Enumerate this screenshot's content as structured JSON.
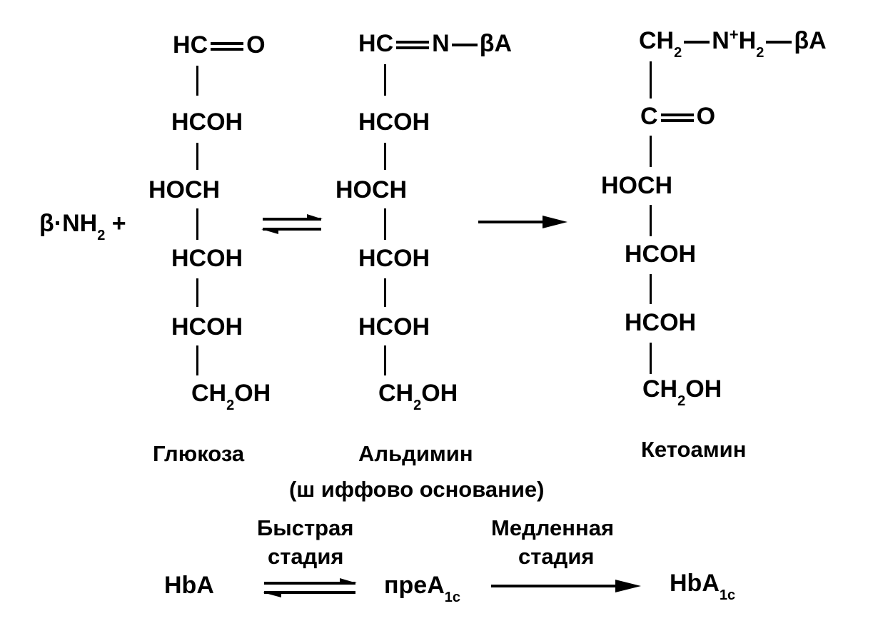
{
  "glucose": {
    "label": "Глюкоза",
    "top_h": "H",
    "top_c": "C",
    "top_o": "O",
    "rows": [
      "HCOH",
      "HOCH",
      "HCOH",
      "HCOH"
    ],
    "bottom_ch": "CH",
    "bottom_sub": "2",
    "bottom_oh": "OH"
  },
  "reactant": {
    "beta": "β·NH",
    "sub": "2",
    "plus": "+"
  },
  "aldimine": {
    "label": "Альдимин",
    "sublabel": "(ш иффово основание)",
    "top_h": "H",
    "top_c": "C",
    "top_n": "N",
    "top_ba": "βA",
    "rows": [
      "HCOH",
      "HOCH",
      "HCOH",
      "HCOH"
    ],
    "bottom_ch": "CH",
    "bottom_sub": "2",
    "bottom_oh": "OH"
  },
  "ketoamine": {
    "label": "Кетоамин",
    "top_ch": "CH",
    "top_sub1": "2",
    "top_n": "N",
    "top_sup": "+",
    "top_h": "H",
    "top_sub2": "2",
    "top_ba": "βA",
    "c_eq_o_c": "C",
    "c_eq_o_o": "O",
    "rows": [
      "HOCH",
      "HCOH",
      "HCOH"
    ],
    "bottom_ch": "CH",
    "bottom_sub": "2",
    "bottom_oh": "OH"
  },
  "stage": {
    "hba": "HbA",
    "fast_line1": "Быстрая",
    "fast_line2": "стадия",
    "slow_line1": "Медленная",
    "slow_line2": "стадия",
    "prea": "преA",
    "prea_sub": "1c",
    "hba1c": "HbA",
    "hba1c_sub": "1c"
  }
}
